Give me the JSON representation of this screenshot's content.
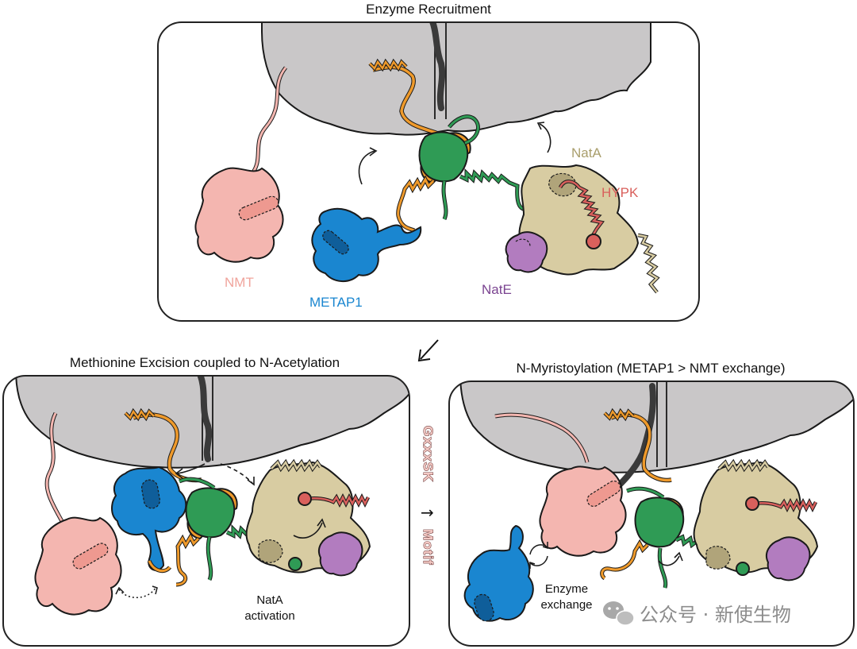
{
  "panels": {
    "top": {
      "title": "Enzyme Recruitment"
    },
    "bottom_left": {
      "title": "Methionine Excision coupled to N-Acetylation"
    },
    "bottom_right": {
      "title": "N-Myristoylation (METAP1 > NMT exchange)"
    }
  },
  "labels": {
    "nmt": "NMT",
    "metap1": "METAP1",
    "nata": "NatA",
    "hypk": "HYPK",
    "nate": "NatE",
    "nata_activation_1": "NatA",
    "nata_activation_2": "activation",
    "enzyme_exchange_1": "Enzyme",
    "enzyme_exchange_2": "exchange"
  },
  "motif": {
    "word1": "GxxxSK",
    "word2": "Motif",
    "arrow": "→"
  },
  "watermark": {
    "text": "公众号 · 新使生物"
  },
  "colors": {
    "ribosome": "#c9c7c8",
    "nmt": "#f4b6b0",
    "metap1": "#1a86d0",
    "nata": "#d8cca2",
    "hypk": "#d9605c",
    "nate": "#b27cbf",
    "nascent_chain": "#ef9a2b",
    "nac_green": "#2f9b55",
    "panel_border": "#222222"
  }
}
